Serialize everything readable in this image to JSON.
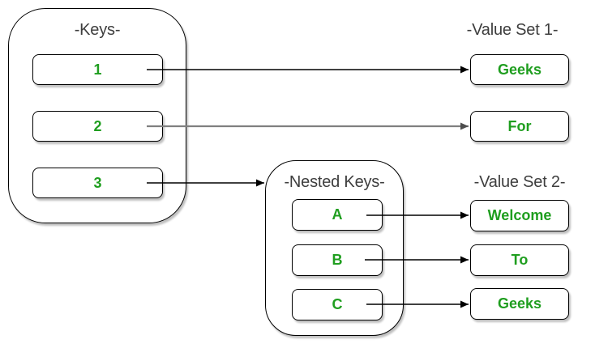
{
  "diagram": {
    "background": "#ffffff",
    "colors": {
      "node_text_green": "#1f9e1f",
      "heading_text": "#3e3e3e",
      "node_border": "#000000",
      "arrow_default": "#000000",
      "arrow_gray": "#808080"
    },
    "keys_group": {
      "title": "-Keys-",
      "items": [
        "1",
        "2",
        "3"
      ]
    },
    "value_set_1": {
      "title": "-Value Set 1-",
      "items": [
        "Geeks",
        "For"
      ]
    },
    "nested_keys_group": {
      "title": "-Nested Keys-",
      "items": [
        "A",
        "B",
        "C"
      ]
    },
    "value_set_2": {
      "title": "-Value Set 2-",
      "items": [
        "Welcome",
        "To",
        "Geeks"
      ]
    },
    "connections": [
      {
        "from": "1",
        "to": "Geeks"
      },
      {
        "from": "2",
        "to": "For"
      },
      {
        "from": "3",
        "to": "Nested Keys"
      },
      {
        "from": "A",
        "to": "Welcome"
      },
      {
        "from": "B",
        "to": "To"
      },
      {
        "from": "C",
        "to": "Geeks"
      }
    ]
  }
}
